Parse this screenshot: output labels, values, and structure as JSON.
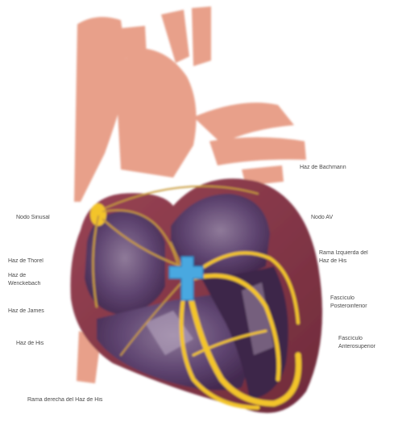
{
  "labels": {
    "haz_bachmann": "Haz de Bachmann",
    "nodo_sinusal": "Nodo Sinusal",
    "nodo_av": "Nodo AV",
    "haz_thorel": "Haz de Thorel",
    "haz_wenckebach_1": "Haz de",
    "haz_wenckebach_2": "Wenckebach",
    "rama_izquierda_1": "Rama Izquierda del",
    "rama_izquierda_2": "Haz de His",
    "haz_james": "Haz de James",
    "fasciculo_post_1": "Fascículo",
    "fasciculo_post_2": "Posteroinferior",
    "haz_his": "Haz de His",
    "fasciculo_ant_1": "Fascículo",
    "fasciculo_ant_2": "Anterosuperior",
    "rama_derecha": "Rama derecha del Haz de His"
  },
  "colors": {
    "vessel": "#e8a08a",
    "vessel_dark": "#d98a73",
    "myocardium": "#8a3a4a",
    "chamber": "#5b3f6a",
    "chamber_light": "#8a7390",
    "conduction_yellow": "#f3c42a",
    "node_blue": "#4aa8e0",
    "label_text": "#4a4a4a"
  },
  "icons": {
    "av_node_marker": "cross-icon"
  }
}
